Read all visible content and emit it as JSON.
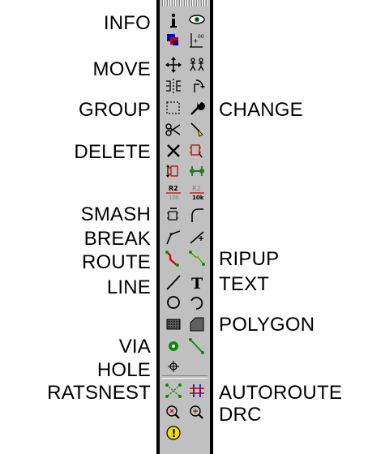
{
  "left_labels": {
    "info": "INFO",
    "move": "MOVE",
    "group": "GROUP",
    "delete": "DELETE",
    "smash": "SMASH",
    "break": "BREAK",
    "route": "ROUTE",
    "line": "LINE",
    "via": "VIA",
    "hole": "HOLE",
    "ratsnest": "RATSNEST"
  },
  "right_labels": {
    "change": "CHANGE",
    "ripup": "RIPUP",
    "text": "TEXT",
    "polygon": "POLYGON",
    "autoroute": "AUTOROUTE",
    "drc": "DRC"
  },
  "tool_text": {
    "text_tool_glyph": "T",
    "value_r2": "R2",
    "value_10k": "10k",
    "erc_glyph": "!"
  },
  "icons": [
    "info-icon",
    "show-eye-icon",
    "display-layers-icon",
    "mark-origin-icon",
    "move-icon",
    "copy-icon",
    "mirror-icon",
    "rotate-icon",
    "group-icon",
    "change-wrench-icon",
    "cut-scissors-icon",
    "paste-icon",
    "delete-icon",
    "add-part-icon",
    "pinswap-icon",
    "replace-icon",
    "name-icon",
    "value-icon",
    "smash-icon",
    "miter-icon",
    "split-icon",
    "optimize-icon",
    "route-icon",
    "ripup-icon",
    "line-icon",
    "text-icon",
    "circle-icon",
    "arc-icon",
    "rect-icon",
    "polygon-icon",
    "via-icon",
    "signal-icon",
    "hole-icon",
    "ratsnest-icon",
    "autoroute-icon",
    "erc-icon",
    "drc-icon",
    "errors-icon"
  ],
  "colors": {
    "toolbar_face": "#c0c0c0",
    "toolbar_edge": "#000000",
    "accent_green": "#0a8a0a",
    "accent_red": "#cc0000",
    "accent_blue": "#0000cc",
    "accent_yellow": "#f0e000"
  }
}
